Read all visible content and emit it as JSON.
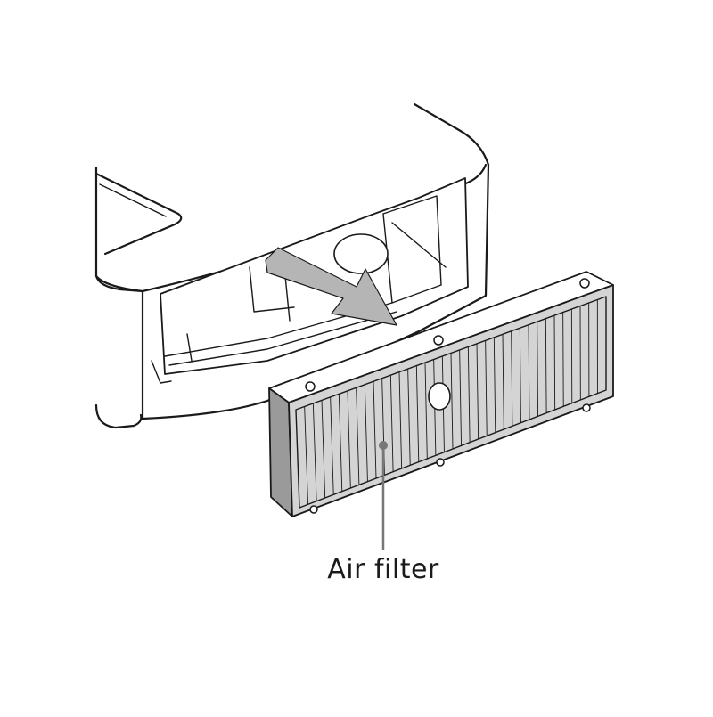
{
  "diagram": {
    "callout": {
      "label": "Air filter"
    },
    "colors": {
      "line": "#1a1a1a",
      "filter_face": "#d4d4d4",
      "filter_side": "#9a9a9a",
      "arrow": "#b5b5b5",
      "leader": "#777777"
    },
    "icons": {
      "projector": "projector-body",
      "arrow": "removal-arrow",
      "filter": "air-filter-panel"
    },
    "filter_pleat_count": 36
  }
}
